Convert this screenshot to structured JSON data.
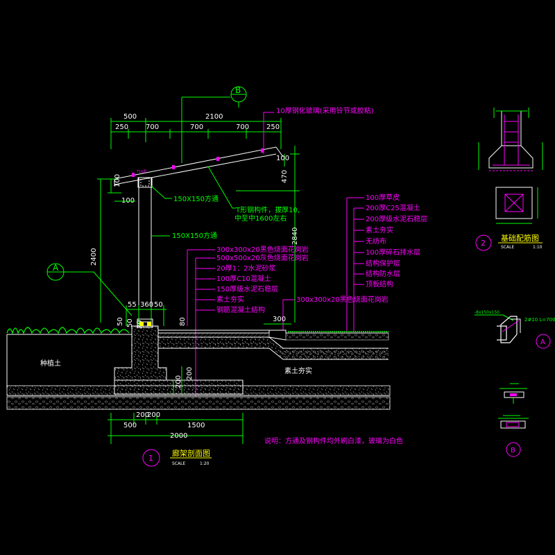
{
  "section_b_mark": "B",
  "section_a_mark": "A",
  "top_dims": {
    "d500": "500",
    "d2100": "2100",
    "d250a": "250",
    "d700a": "700",
    "d700b": "700",
    "d700c": "700",
    "d250b": "250"
  },
  "left_dims": {
    "d2400": "2400",
    "d100": "100",
    "d2840": "2840",
    "d470": "470",
    "d100r": "100",
    "d50a": "50",
    "d50b": "50"
  },
  "roof_callout": "10厚钢化玻璃(采用铃节或胶粘)",
  "callout_tube1": "150X150方通",
  "callout_tube2": "150X150方通",
  "callout_steel_1": "T形钢构件，拔厚10,",
  "callout_steel_2": "中至中1600左右",
  "layers_left": [
    "300x300x20黑色烧面花岗岩",
    "500x500x20灰色烧面花岗岩",
    "20厚1：2水泥砂浆",
    "100厚C10混凝土",
    "150厚级水泥石稳层",
    "素土夯实",
    "钢筋混凝土结构"
  ],
  "layers_right": [
    "100厚草皮",
    "200厚C25混凝土",
    "200厚级水泥石稳层",
    "素土夯实",
    "无纺布",
    "100厚碎石排水层",
    "结构保护层",
    "结构防水层",
    "顶板结构"
  ],
  "granite_right": "300x300x20黑色烧面花岗岩",
  "base_dims": {
    "d55": "55",
    "d360": "360",
    "d50": "50",
    "d300": "300",
    "d80": "80",
    "d20": "20"
  },
  "labels": {
    "planting_soil": "种植土",
    "compacted_soil": "素土夯实"
  },
  "vertical_dims": {
    "d200a": "200",
    "d200b": "200"
  },
  "bottom_dims": {
    "d500": "500",
    "d200a": "200",
    "d200b": "200",
    "d1500": "1500",
    "d2000": "2000"
  },
  "note": "说明：方通及钢构件均外刷白漆，玻璃为白色",
  "title1": {
    "num": "1",
    "text": "廊架剖面图",
    "scale_label": "SCALE",
    "scale": "1:20"
  },
  "title2": {
    "num": "2",
    "text": "基础配筋图",
    "scale_label": "SCALE",
    "scale": "1:10"
  },
  "detail_a": {
    "label": "A",
    "note1": "-8x150x150",
    "note2": "2#10 L=700"
  },
  "detail_b": {
    "label": "B"
  }
}
